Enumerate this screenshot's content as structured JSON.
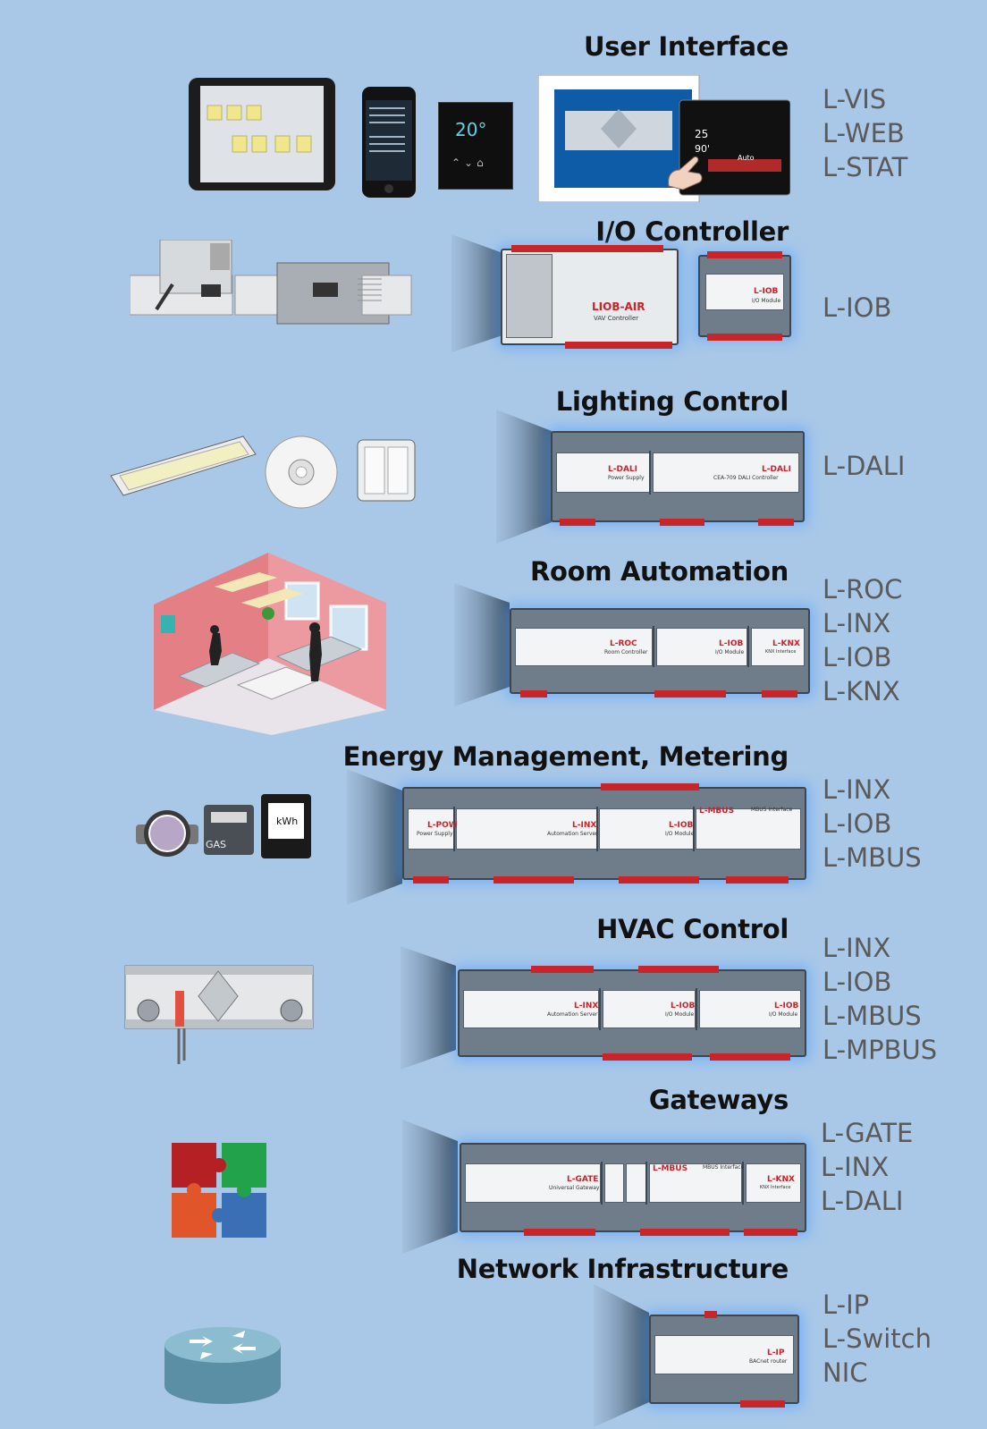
{
  "sections": [
    {
      "title": "User Interface",
      "products": [
        "L-VIS",
        "L-WEB",
        "L-STAT"
      ]
    },
    {
      "title": "I/O Controller",
      "products": [
        "L-IOB"
      ]
    },
    {
      "title": "Lighting Control",
      "products": [
        "L-DALI"
      ]
    },
    {
      "title": "Room Automation",
      "products": [
        "L-ROC",
        "L-INX",
        "L-IOB",
        "L-KNX"
      ]
    },
    {
      "title": "Energy Management, Metering",
      "products": [
        "L-INX",
        "L-IOB",
        "L-MBUS"
      ]
    },
    {
      "title": "HVAC Control",
      "products": [
        "L-INX",
        "L-IOB",
        "L-MBUS",
        "L-MPBUS"
      ]
    },
    {
      "title": "Gateways",
      "products": [
        "L-GATE",
        "L-INX",
        "L-DALI"
      ]
    },
    {
      "title": "Network Infrastructure",
      "products": [
        "L-IP",
        "L-Switch",
        "NIC"
      ]
    }
  ],
  "devices": {
    "ui_temp": "20°",
    "ui_touch_temp": "25",
    "ui_touch_temp2": "90'",
    "ui_touch_mode": "Auto",
    "io_liob_label": "LIOB-AIR",
    "io_liob_sub": "VAV Controller",
    "io_iob_label": "L-IOB",
    "io_iob_sub": "I/O Module",
    "dali_ps": "L-DALI",
    "dali_ps_sub": "Power Supply",
    "dali_ctrl": "L-DALI",
    "dali_ctrl_sub": "CEA-709 DALI Controller",
    "roc": "L-ROC",
    "roc_sub": "Room Controller",
    "roc_iob": "L-IOB",
    "roc_iob_sub": "I/O Module",
    "roc_knx": "L-KNX",
    "roc_knx_sub": "KNX Interface",
    "em_pow": "L-POW",
    "em_pow_sub": "Power Supply",
    "em_inx": "L-INX",
    "em_inx_sub": "Automation Server",
    "em_iob": "L-IOB",
    "em_iob_sub": "I/O Module",
    "em_mbus": "L-MBUS",
    "em_mbus_sub": "MBUS Interface",
    "meter_gas": "GAS",
    "meter_kwh": "kWh",
    "hv_inx": "L-INX",
    "hv_inx_sub": "Automation Server",
    "hv_iob1": "L-IOB",
    "hv_iob1_sub": "I/O Module",
    "hv_iob2": "L-IOB",
    "hv_iob2_sub": "I/O Module",
    "gw_gate": "L-GATE",
    "gw_gate_sub": "Universal Gateway",
    "gw_mbus": "L-MBUS",
    "gw_mbus_sub": "MBUS Interface",
    "gw_knx": "L-KNX",
    "gw_knx_sub": "KNX Interface",
    "ip": "L-IP",
    "ip_sub": "BACnet router"
  },
  "colors": {
    "background": "#a9c8e8",
    "device_body": "#6f7d8a",
    "terminal_red": "#c8252b",
    "glow": "#4da3ff"
  }
}
